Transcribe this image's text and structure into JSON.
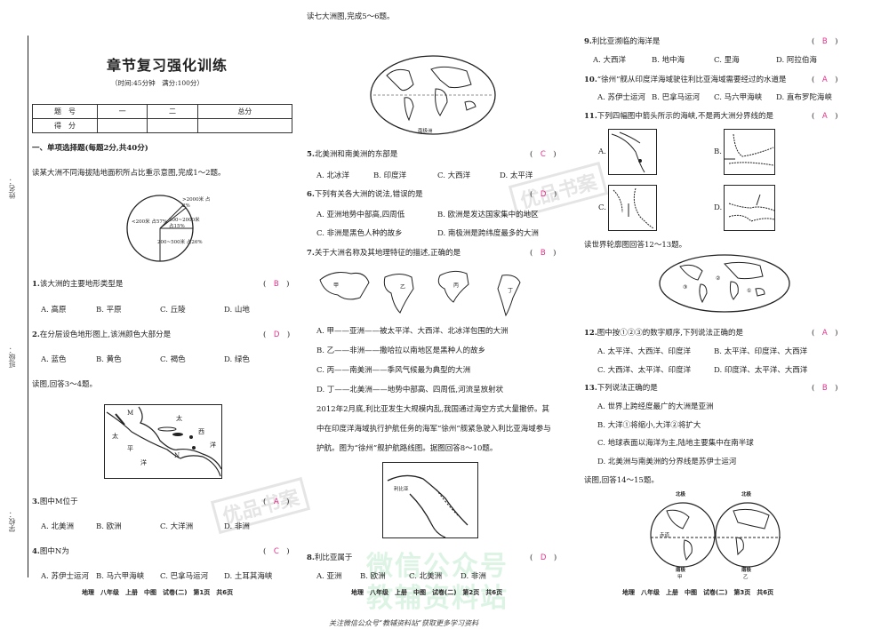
{
  "header": {
    "title": "章节复习强化训练",
    "subtitle": "（时间:45分钟　满分:100分）"
  },
  "side_labels": {
    "name": "姓名：",
    "class": "班级：",
    "school": "学校："
  },
  "score_table": {
    "row1": [
      "题　号",
      "一",
      "二",
      "总分"
    ],
    "row2": [
      "得　分",
      "",
      "",
      ""
    ]
  },
  "section1": "一、单项选择题(每题2分,共40分)",
  "col1": {
    "intro_1_2": "读某大洲不同海拔陆地面积所占比重示意图,完成1～2题。",
    "pie": {
      "type": "pie",
      "slices": [
        {
          "label": "<200米 占57%",
          "value": 57
        },
        {
          "label": "200~500米 占26%",
          "value": 26
        },
        {
          "label": "500~2000米 占15%",
          "value": 15
        },
        {
          "label": ">2000米 占2%",
          "value": 2
        }
      ]
    },
    "q1": {
      "num": "1.",
      "text": "该大洲的主要地形类型是",
      "answer": "B",
      "options": [
        "A. 高原",
        "B. 平原",
        "C. 丘陵",
        "D. 山地"
      ]
    },
    "q2": {
      "num": "2.",
      "text": "在分层设色地形图上,该洲颜色大部分是",
      "answer": "D",
      "options": [
        "A. 蓝色",
        "B. 黄色",
        "C. 褐色",
        "D. 绿色"
      ]
    },
    "intro_3_4": "读图,回答3～4题。",
    "map_labels": {
      "m": "M",
      "n": "N",
      "tai1": "太",
      "xi": "西",
      "yang1": "洋",
      "tai2": "太",
      "ping": "平",
      "yang2": "洋"
    },
    "q3": {
      "num": "3.",
      "text": "图中M位于",
      "answer": "A",
      "options": [
        "A. 北美洲",
        "B. 欧洲",
        "C. 大洋洲",
        "D. 非洲"
      ]
    },
    "q4": {
      "num": "4.",
      "text": "图中N为",
      "answer": "C",
      "options": [
        "A. 苏伊士运河",
        "B. 马六甲海峡",
        "C. 巴拿马运河",
        "D. 土耳其海峡"
      ]
    },
    "footer": "地理　八年级　上册　中图　试卷(二)　第1页　共6页"
  },
  "col2": {
    "intro_5_6": "读七大洲图,完成5～6题。",
    "world_label": "南极洲",
    "q5": {
      "num": "5.",
      "text": "北美洲和南美洲的东部是",
      "answer": "C",
      "options": [
        "A. 北冰洋",
        "B. 印度洋",
        "C. 大西洋",
        "D. 太平洋"
      ]
    },
    "q6": {
      "num": "6.",
      "text": "下列有关各大洲的说法,错误的是",
      "answer": "D",
      "options": [
        "A. 亚洲地势中部高,四周低",
        "B. 欧洲是发达国家集中的地区",
        "C. 非洲是黑色人种的故乡",
        "D. 南极洲是跨纬度最多的大洲"
      ]
    },
    "q7": {
      "num": "7.",
      "text": "关于大洲名称及其地理特征的描述,正确的是",
      "answer": "B",
      "shape_labels": [
        "甲",
        "乙",
        "丙",
        "丁"
      ],
      "options": [
        "A. 甲——亚洲——被太平洋、大西洋、北冰洋包围的大洲",
        "B. 乙——非洲——撒哈拉以南地区是黑种人的故乡",
        "C. 丙——南美洲——季风气候最为典型的大洲",
        "D. 丁——北美洲——地势中部高、四周低,河流呈放射状"
      ]
    },
    "passage": [
      "2012年2月底,利比亚发生大规模内乱,我国通过海空方式大量撤侨。其",
      "中在印度洋海域执行护航任务的海军“徐州”舰紧急驶入利比亚海域参与",
      "护航。图为“徐州”舰护航路线图。据图回答8～10题。"
    ],
    "route_label": "利比亚",
    "q8": {
      "num": "8.",
      "text": "利比亚属于",
      "answer": "D",
      "options": [
        "A. 亚洲",
        "B. 欧洲",
        "C. 北美洲",
        "D. 非洲"
      ]
    },
    "footer": "地理　八年级　上册　中图　试卷(二)　第2页　共6页"
  },
  "col3": {
    "q9": {
      "num": "9.",
      "text": "利比亚濒临的海洋是",
      "answer": "B",
      "options": [
        "A. 大西洋",
        "B. 地中海",
        "C. 里海",
        "D. 阿拉伯海"
      ]
    },
    "q10": {
      "num": "10.",
      "text": "“徐州”舰从印度洋海域驶往利比亚海域需要经过的水道是",
      "answer": "A",
      "options": [
        "A. 苏伊士运河",
        "B. 巴拿马运河",
        "C. 马六甲海峡",
        "D. 直布罗陀海峡"
      ]
    },
    "q11": {
      "num": "11.",
      "text": "下列四幅图中箭头所示的海峡,不是两大洲分界线的是",
      "answer": "A",
      "map_labels": [
        "A.",
        "B.",
        "C.",
        "D."
      ]
    },
    "intro_12_13": "读世界轮廓图回答12～13题。",
    "q12": {
      "num": "12.",
      "text": "图中按①②③的数字顺序,下列说法正确的是",
      "answer": "A",
      "options": [
        "A. 太平洋、大西洋、印度洋",
        "B. 太平洋、印度洋、大西洋",
        "C. 大西洋、太平洋、印度洋",
        "D. 印度洋、太平洋、大西洋"
      ]
    },
    "q13": {
      "num": "13.",
      "text": "下列说法正确的是",
      "answer": "B",
      "options": [
        "A. 世界上跨经度最广的大洲是亚洲",
        "B. 大洋①将缩小,大洋②将扩大",
        "C. 地球表面以海洋为主,陆地主要集中在南半球",
        "D. 北美洲与南美洲的分界线是苏伊士运河"
      ]
    },
    "intro_14_15": "读图,回答14～15题。",
    "hemi_labels": {
      "north1": "北极",
      "north2": "北极",
      "south1": "南极",
      "south2": "南极",
      "jia": "甲",
      "yi": "乙",
      "equator": "赤道"
    },
    "footer": "地理　八年级　上册　中图　试卷(二)　第3页　共6页"
  },
  "bottom_note": "关注微信公众号“教辅资料站”获取更多学习资料",
  "watermarks": {
    "wechat1": "微信公众号",
    "wechat2": "教辅资料站",
    "stamp": "优品书案"
  }
}
